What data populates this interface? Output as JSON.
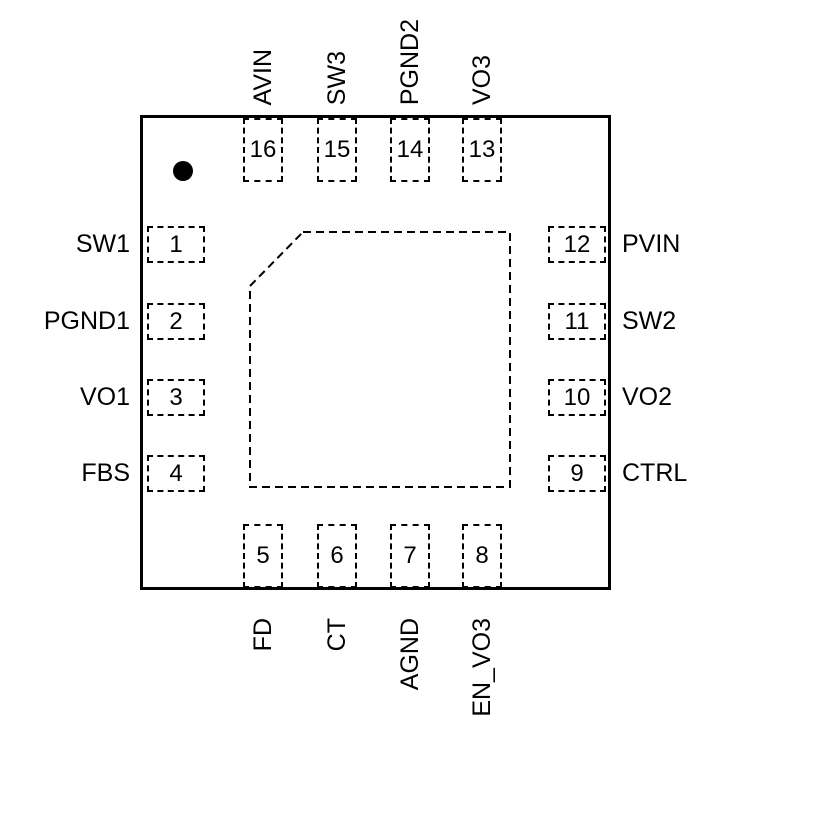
{
  "package": {
    "type": "QFN-16 pinout diagram",
    "colors": {
      "line": "#000000",
      "background": "#ffffff"
    },
    "pin1_marker": "filled-dot-top-left",
    "thermal_pad": "dashed-outline-chamfered-top-left",
    "pins": {
      "top": [
        {
          "number": "16",
          "label": "AVIN"
        },
        {
          "number": "15",
          "label": "SW3"
        },
        {
          "number": "14",
          "label": "PGND2"
        },
        {
          "number": "13",
          "label": "VO3"
        }
      ],
      "left": [
        {
          "number": "1",
          "label": "SW1"
        },
        {
          "number": "2",
          "label": "PGND1"
        },
        {
          "number": "3",
          "label": "VO1"
        },
        {
          "number": "4",
          "label": "FBS"
        }
      ],
      "right": [
        {
          "number": "12",
          "label": "PVIN"
        },
        {
          "number": "11",
          "label": "SW2"
        },
        {
          "number": "10",
          "label": "VO2"
        },
        {
          "number": "9",
          "label": "CTRL"
        }
      ],
      "bottom": [
        {
          "number": "5",
          "label": "FD"
        },
        {
          "number": "6",
          "label": "CT"
        },
        {
          "number": "7",
          "label": "AGND"
        },
        {
          "number": "8",
          "label": "EN_VO3"
        }
      ]
    }
  }
}
